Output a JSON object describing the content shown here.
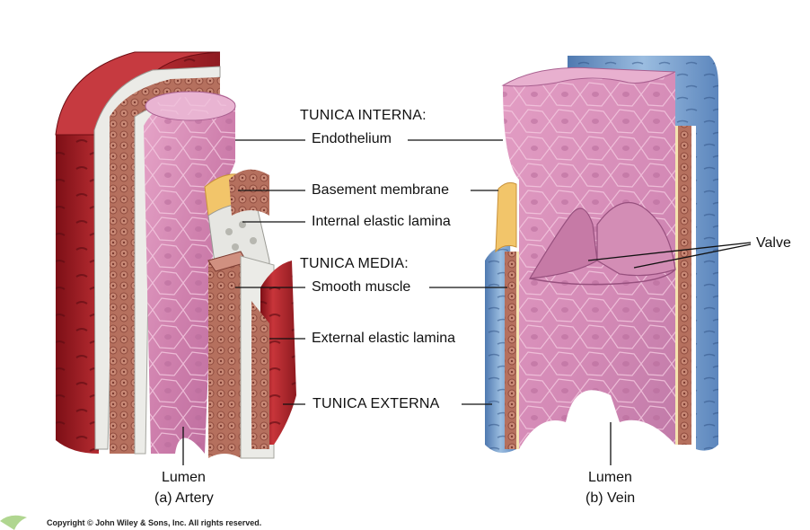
{
  "labels": {
    "tunica_interna": "TUNICA INTERNA:",
    "endothelium": "Endothelium",
    "basement_membrane": "Basement membrane",
    "internal_elastic_lamina": "Internal elastic lamina",
    "tunica_media": "TUNICA MEDIA:",
    "smooth_muscle": "Smooth muscle",
    "external_elastic_lamina": "External elastic lamina",
    "tunica_externa": "TUNICA EXTERNA",
    "valve": "Valve",
    "lumen_artery": "Lumen",
    "caption_artery": "(a) Artery",
    "lumen_vein": "Lumen",
    "caption_vein": "(b) Vein"
  },
  "copyright": "Copyright © John Wiley & Sons, Inc. All rights reserved.",
  "colors": {
    "artery_red": "#b8252b",
    "vein_blue": "#7fa6d2",
    "endothelium_pink": "#d98bb4",
    "muscle_brown": "#b66a5a",
    "basement_yellow": "#f2c56a",
    "elastic_white": "#e8e8e8"
  }
}
